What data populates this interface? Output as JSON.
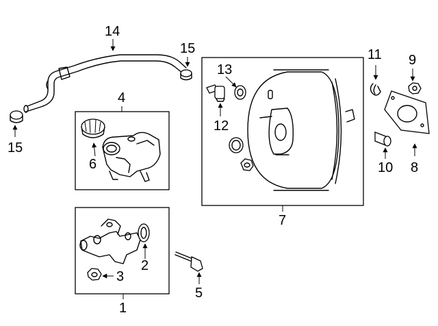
{
  "callouts": {
    "n1": "1",
    "n2": "2",
    "n3": "3",
    "n4": "4",
    "n5": "5",
    "n6": "6",
    "n7": "7",
    "n8": "8",
    "n9": "9",
    "n10": "10",
    "n11": "11",
    "n12": "12",
    "n13": "13",
    "n14": "14",
    "n15a": "15",
    "n15b": "15"
  }
}
